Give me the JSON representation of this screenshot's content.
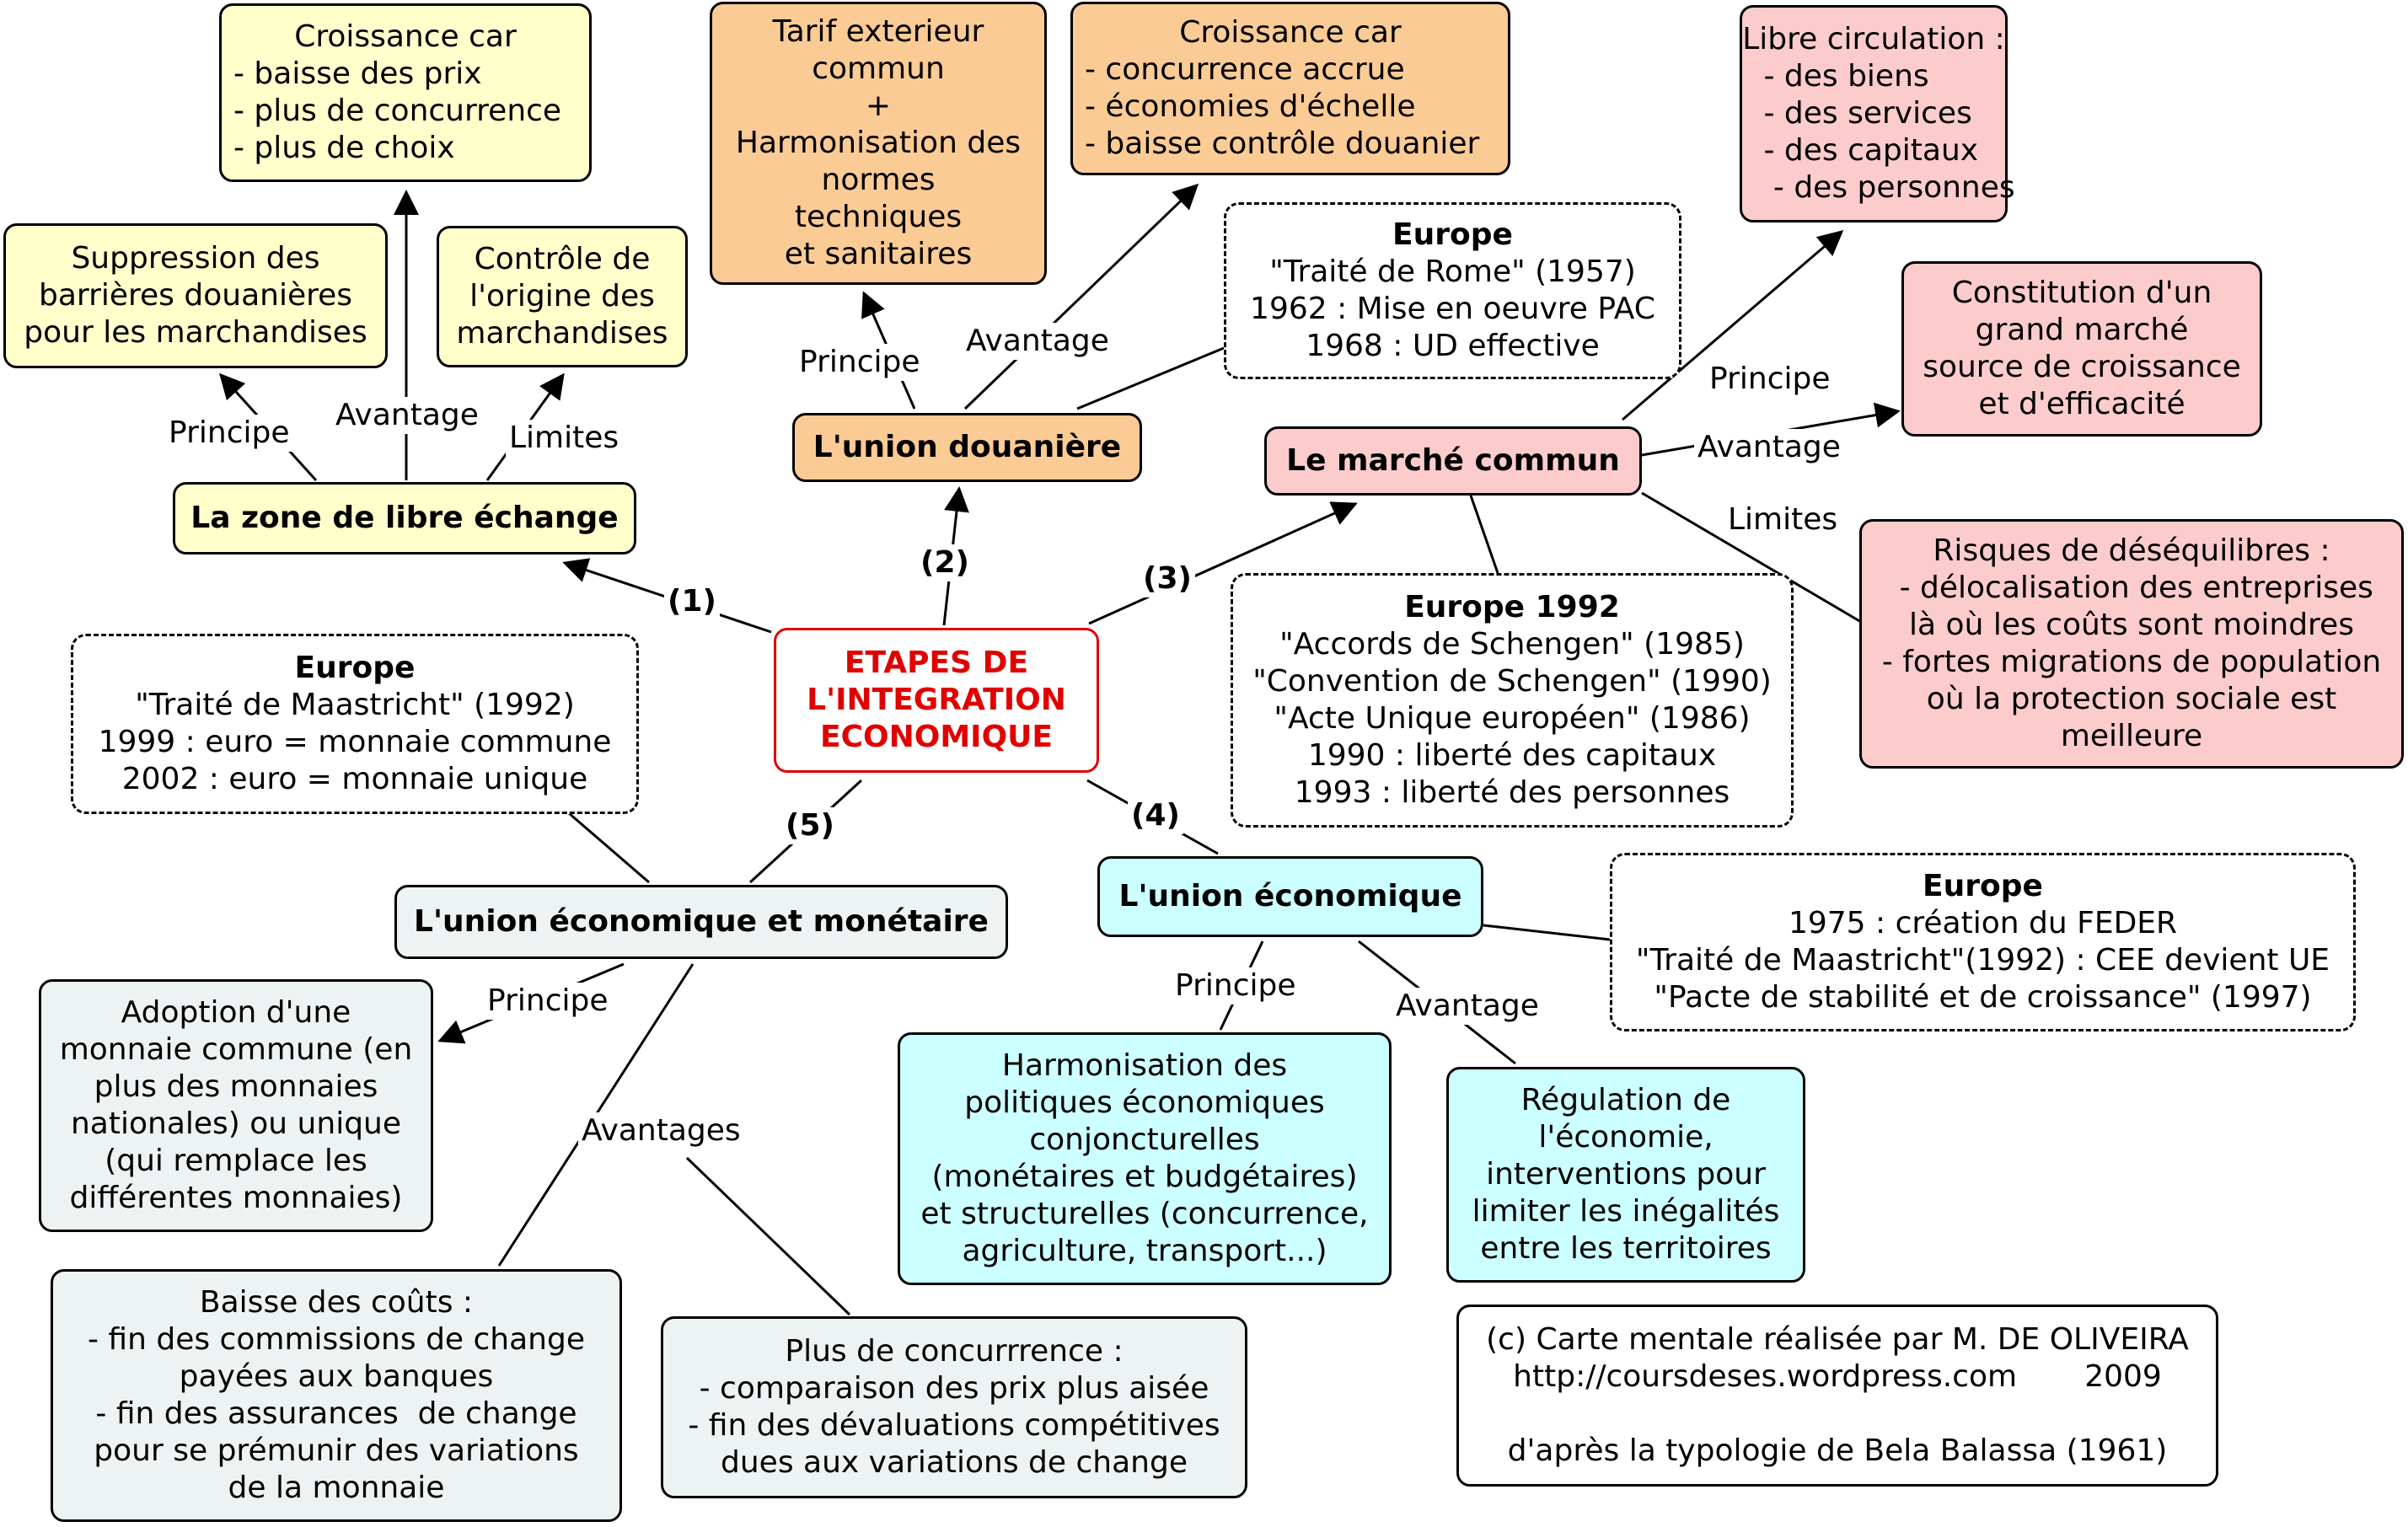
{
  "center": [
    "ETAPES DE",
    "L'INTEGRATION",
    "ECONOMIQUE"
  ],
  "colors": {
    "center_text": "#e00000",
    "yellow": "#ffffcc",
    "orange": "#fbcb95",
    "pink": "#fccccc",
    "cyan": "#ccffff",
    "grey": "#edf3f3"
  },
  "step_numbers": [
    "(1)",
    "(2)",
    "(3)",
    "(4)",
    "(5)"
  ],
  "free_trade": {
    "title": "La zone de libre échange",
    "labels": {
      "principe": "Principe",
      "avantage": "Avantage",
      "limites": "Limites"
    },
    "principe": [
      "Suppression des",
      "barrières douanières",
      "pour les marchandises"
    ],
    "avantage": [
      "Croissance car",
      "- baisse des prix",
      "- plus de concurrence",
      "- plus de choix"
    ],
    "limites": [
      "Contrôle de",
      "l'origine des",
      "marchandises"
    ],
    "europe": [
      "Europe",
      "\"Traité de Maastricht\" (1992)",
      "1999 : euro = monnaie commune",
      "2002 : euro = monnaie unique"
    ]
  },
  "customs_union": {
    "title": "L'union douanière",
    "labels": {
      "principe": "Principe",
      "avantage": "Avantage"
    },
    "principe": [
      "Tarif exterieur",
      "commun",
      "+",
      "Harmonisation des",
      "normes",
      "techniques",
      "et sanitaires"
    ],
    "avantage": [
      "Croissance car",
      "- concurrence accrue",
      "- économies d'échelle",
      "- baisse contrôle douanier"
    ],
    "europe": [
      "Europe",
      "\"Traité de Rome\" (1957)",
      "1962 : Mise en oeuvre PAC",
      "1968 : UD effective"
    ]
  },
  "common_market": {
    "title": "Le marché commun",
    "labels": {
      "principe": "Principe",
      "avantage": "Avantage",
      "limites": "Limites"
    },
    "principe": [
      "Libre circulation :",
      " - des biens",
      " - des services",
      " - des capitaux",
      "  - des personnes"
    ],
    "avantage": [
      "Constitution d'un",
      "grand marché",
      "source de croissance",
      "et d'efficacité"
    ],
    "limites": [
      "Risques de déséquilibres :",
      " - délocalisation des entreprises",
      "là où les coûts sont moindres",
      "- fortes migrations de population",
      "où la protection sociale est",
      "meilleure"
    ],
    "europe": [
      "Europe 1992",
      "\"Accords de Schengen\" (1985)",
      "\"Convention de Schengen\" (1990)",
      "\"Acte Unique européen\" (1986)",
      "1990 : liberté des capitaux",
      "1993 : liberté des personnes"
    ]
  },
  "economic_union": {
    "title": "L'union économique",
    "labels": {
      "principe": "Principe",
      "avantage": "Avantage"
    },
    "principe": [
      "Harmonisation des",
      "politiques économiques",
      "conjoncturelles",
      "(monétaires et budgétaires)",
      "et structurelles (concurrence,",
      "agriculture, transport...)"
    ],
    "avantage": [
      "Régulation de",
      "l'économie,",
      "interventions pour",
      "limiter les inégalités",
      "entre les territoires"
    ],
    "europe": [
      "Europe",
      "1975 : création du FEDER",
      "\"Traité de Maastricht\"(1992) : CEE devient UE",
      "\"Pacte de stabilité et de croissance\" (1997)"
    ]
  },
  "monetary_union": {
    "title": "L'union économique et monétaire",
    "labels": {
      "principe": "Principe",
      "avantages": "Avantages"
    },
    "principe": [
      "Adoption d'une",
      "monnaie commune (en",
      "plus des monnaies",
      "nationales) ou unique",
      "(qui remplace les",
      "différentes monnaies)"
    ],
    "avantage_1": [
      "Baisse des coûts :",
      "- fin des commissions de change",
      "payées aux banques",
      "- fin des assurances  de change",
      "pour se prémunir des variations",
      "de la monnaie"
    ],
    "avantage_2": [
      "Plus de concurrrence :",
      "- comparaison des prix plus aisée",
      "- fin des dévaluations compétitives",
      "dues aux variations de change"
    ]
  },
  "credit": [
    "(c) Carte mentale réalisée par M. DE OLIVEIRA",
    "http://coursdeses.wordpress.com       2009",
    "",
    "d'après la typologie de Bela Balassa (1961)"
  ]
}
